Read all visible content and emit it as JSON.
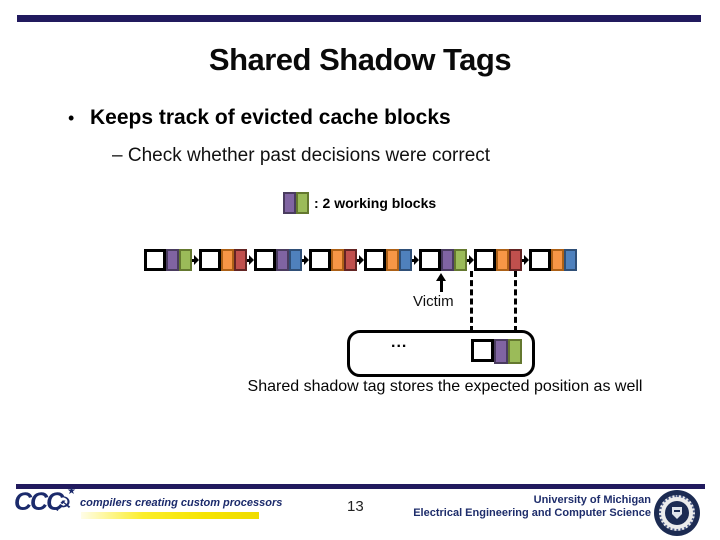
{
  "slide": {
    "title": "Shared Shadow Tags",
    "bullet_marker": "•",
    "bullet": "Keeps track of evicted cache blocks",
    "sub_bullet": "– Check whether past decisions were correct"
  },
  "legend": {
    "blocks": [
      "purple",
      "green"
    ],
    "label": ": 2 working blocks"
  },
  "diagram": {
    "chain": [
      {
        "blocks": [
          "purple",
          "green"
        ]
      },
      {
        "blocks": [
          "orange",
          "red"
        ]
      },
      {
        "blocks": [
          "purple",
          "blue"
        ]
      },
      {
        "blocks": [
          "orange",
          "red"
        ]
      },
      {
        "blocks": [
          "orange",
          "blue"
        ]
      },
      {
        "blocks": [
          "purple",
          "green"
        ],
        "victim": true
      },
      {
        "blocks": [
          "orange",
          "red"
        ],
        "shadow_target": true
      },
      {
        "blocks": [
          "orange",
          "blue"
        ]
      }
    ],
    "victim_label": "Victim",
    "ellipsis": "...",
    "shadow_entry_blocks": [
      "purple",
      "green"
    ],
    "caption": "Shared shadow tag stores the expected position as well"
  },
  "palette": {
    "purple": {
      "fill": "#8064A2",
      "border": "#4A3C5F"
    },
    "green": {
      "fill": "#9BBB59",
      "border": "#64782F"
    },
    "orange": {
      "fill": "#F79646",
      "border": "#AD6117"
    },
    "red": {
      "fill": "#C0504D",
      "border": "#632423"
    },
    "blue": {
      "fill": "#4F81BD",
      "border": "#2F4F77"
    },
    "navy_bar": "#211A5E"
  },
  "icons": {
    "emblem_star": "★",
    "emblem_hammer_sickle": "☭"
  },
  "footer": {
    "ccc_text": "CCC",
    "ccc_tagline": "compilers creating custom processors",
    "page_number": "13",
    "university": "University of Michigan",
    "department": "Electrical Engineering and Computer Science"
  }
}
